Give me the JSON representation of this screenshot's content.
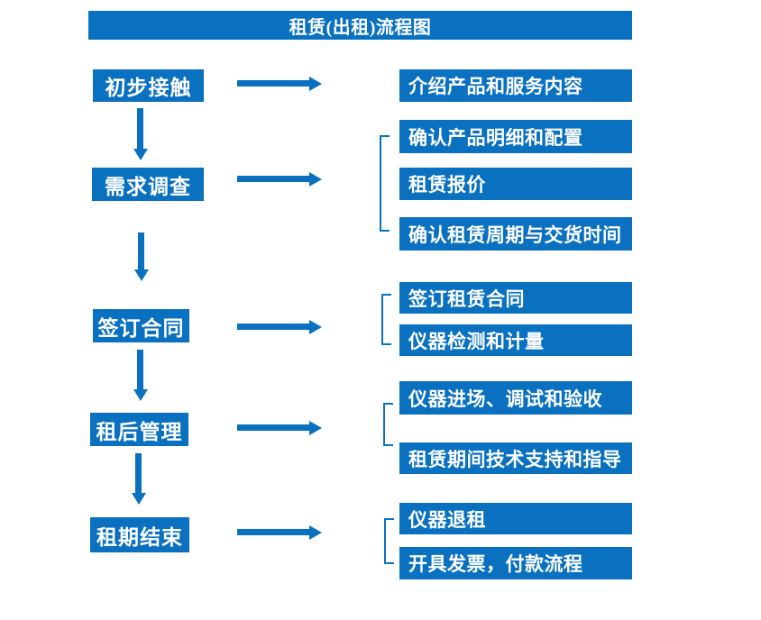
{
  "title": "租赁(出租)流程图",
  "colors": {
    "primary": "#0a70c0",
    "box_text": "#ffffff",
    "background": "#ffffff"
  },
  "steps": [
    {
      "label": "初步接触",
      "outputs": [
        "介绍产品和服务内容"
      ]
    },
    {
      "label": "需求调查",
      "outputs": [
        "确认产品明细和配置",
        "租赁报价",
        "确认租赁周期与交货时间"
      ]
    },
    {
      "label": "签订合同",
      "outputs": [
        "签订租赁合同",
        "仪器检测和计量"
      ]
    },
    {
      "label": "租后管理",
      "outputs": [
        "仪器进场、调试和验收",
        "租赁期间技术支持和指导"
      ]
    },
    {
      "label": "租期结束",
      "outputs": [
        "仪器退租",
        "开具发票，付款流程"
      ]
    }
  ]
}
